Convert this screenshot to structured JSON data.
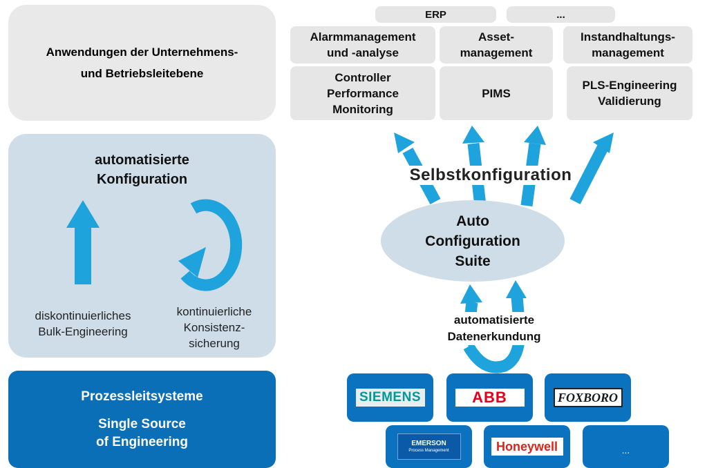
{
  "left": {
    "enterprise_box": {
      "lines": [
        "Anwendungen der Unternehmens-",
        "und Betriebsleitebene"
      ]
    },
    "automation_box": {
      "title_lines": [
        "automatisierte",
        "Konfiguration"
      ],
      "left_caption_lines": [
        "diskontinuierliches",
        "Bulk-Engineering"
      ],
      "right_caption_lines": [
        "kontinuierliche",
        "Konsistenz-",
        "sicherung"
      ]
    },
    "pcs_box": {
      "title": "Prozessleitsysteme",
      "subtitle_lines": [
        "Single Source",
        "of Engineering"
      ]
    }
  },
  "apps": {
    "top_tabs": [
      "ERP",
      "..."
    ],
    "row1": [
      {
        "lines": [
          "Alarmmanagement",
          "und -analyse"
        ]
      },
      {
        "lines": [
          "Asset-",
          "management"
        ]
      },
      {
        "lines": [
          "Instandhaltungs-",
          "management"
        ]
      }
    ],
    "row2": [
      {
        "lines": [
          "Controller",
          "Performance",
          "Monitoring"
        ]
      },
      {
        "lines": [
          "PIMS"
        ]
      },
      {
        "lines": [
          "PLS-Engineering",
          "Validierung"
        ]
      }
    ]
  },
  "flow": {
    "self_config_label": "Selbstkonfiguration",
    "suite_lines": [
      "Auto",
      "Configuration",
      "Suite"
    ],
    "discovery_lines": [
      "automatisierte",
      "Datenerkundung"
    ]
  },
  "vendors": {
    "row1": [
      {
        "name": "SIEMENS",
        "logo": "siemens-logo"
      },
      {
        "name": "ABB",
        "logo": "abb-logo"
      },
      {
        "name": "FOXBORO",
        "logo": "foxboro-logo"
      }
    ],
    "row2": [
      {
        "name": "EMERSON",
        "sub": "Process Management",
        "logo": "emerson-logo"
      },
      {
        "name": "Honeywell",
        "logo": "honeywell-logo"
      },
      {
        "name": "...",
        "logo": ""
      }
    ]
  },
  "colors": {
    "arrow_blue": "#1ea3dc",
    "dark_blue": "#0a6fb7",
    "light_blue": "#cfdde8",
    "grey_box": "#e6e6e6",
    "abb_red": "#e2001a",
    "honeywell_red": "#d9261c",
    "siemens_teal": "#009999"
  }
}
